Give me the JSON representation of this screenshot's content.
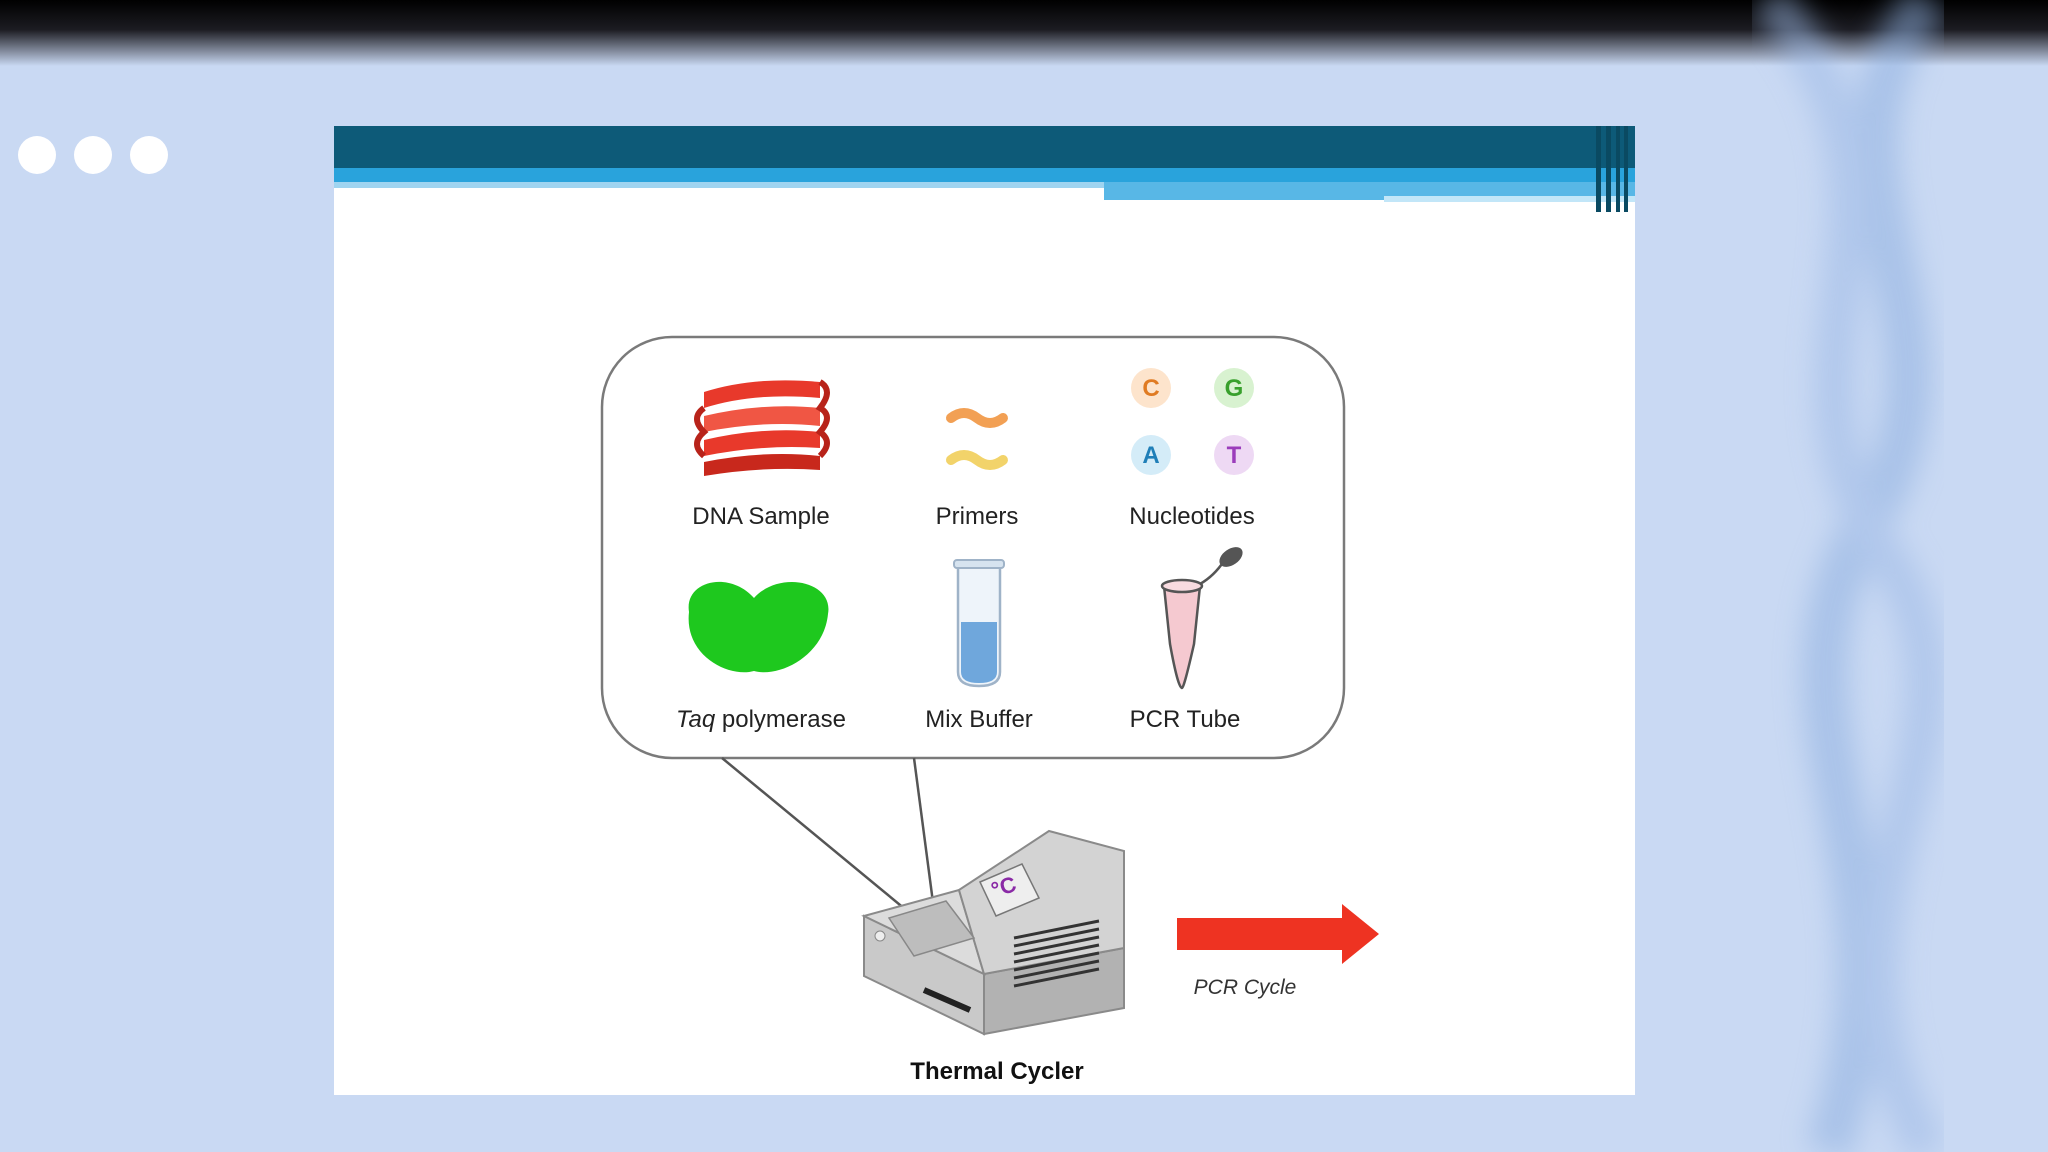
{
  "slide": {
    "title": "PCR Components",
    "components": [
      {
        "label": "DNA Sample",
        "icon": "dna-sample-icon"
      },
      {
        "label": "Primers",
        "icon": "primers-icon"
      },
      {
        "label": "Nucleotides",
        "icon": "nucleotides-icon"
      },
      {
        "label_italic": "Taq",
        "label_rest": " polymerase",
        "icon": "taq-polymerase-icon"
      },
      {
        "label": "Mix Buffer",
        "icon": "mix-buffer-icon"
      },
      {
        "label": "PCR Tube",
        "icon": "pcr-tube-icon"
      }
    ],
    "nucleotides": [
      "C",
      "G",
      "A",
      "T"
    ],
    "machine_display": "°C",
    "machine_label": "Thermal Cycler",
    "arrow_label": "PCR Cycle"
  },
  "colors": {
    "background": "#c9d9f3",
    "title": "#17576f",
    "header_band": "#0d5a78",
    "header_stripe": "#29a3dc",
    "dna_red": "#e8392b",
    "taq_green": "#1ec81e",
    "arrow_red": "#ee3322"
  }
}
